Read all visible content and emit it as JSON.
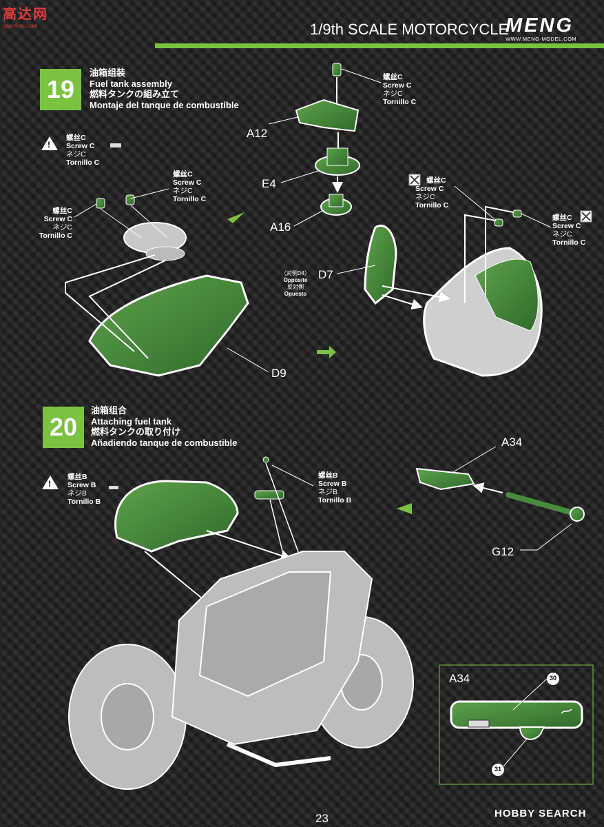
{
  "watermark": {
    "chars": "高达网",
    "url": "gao-shou.com"
  },
  "header": {
    "title": "1/9th SCALE MOTORCYCLE",
    "brand": "MENG",
    "brand_url": "WWW.MENG-MODEL.COM"
  },
  "step19": {
    "number": "19",
    "title_cn": "油箱组装",
    "title_en": "Fuel tank assembly",
    "title_jp": "燃料タンクの組み立て",
    "title_es": "Montaje del tanque de combustible",
    "warn_cn": "螺丝C",
    "warn_en": "Screw C",
    "warn_jp": "ネジC",
    "warn_es": "Tornillo C",
    "screw1_cn": "螺丝C",
    "screw1_en": "Screw C",
    "screw1_jp": "ネジC",
    "screw1_es": "Tornillo C",
    "screw2_cn": "螺丝C",
    "screw2_en": "Screw C",
    "screw2_jp": "ネジC",
    "screw2_es": "Tornillo C",
    "screw3_cn": "螺丝C",
    "screw3_en": "Screw C",
    "screw3_jp": "ネジC",
    "screw3_es": "Tornillo C",
    "screw4_cn": "螺丝C",
    "screw4_en": "Screw C",
    "screw4_jp": "ネジC",
    "screw4_es": "Tornillo C",
    "screw5_cn": "螺丝C",
    "screw5_en": "Screw C",
    "screw5_jp": "ネジC",
    "screw5_es": "Tornillo C",
    "parts": {
      "a12": "A12",
      "e4": "E4",
      "a16": "A16",
      "d7": "D7",
      "d9": "D9"
    },
    "opposite_cn": "（对侧D4）",
    "opposite_en": "Opposite",
    "opposite_jp": "反対側",
    "opposite_es": "Opuesto"
  },
  "step20": {
    "number": "20",
    "title_cn": "油箱组合",
    "title_en": "Attaching fuel tank",
    "title_jp": "燃料タンクの取り付け",
    "title_es": "Añadiendo tanque de combustible",
    "warn_cn": "螺丝B",
    "warn_en": "Screw B",
    "warn_jp": "ネジB",
    "warn_es": "Tornillo B",
    "screw_cn": "螺丝B",
    "screw_en": "Screw B",
    "screw_jp": "ネジB",
    "screw_es": "Tornillo B",
    "parts": {
      "a34": "A34",
      "g12": "G12"
    },
    "inset": {
      "label": "A34",
      "callout_top": "30",
      "callout_bottom": "31"
    }
  },
  "footer": {
    "page": "23",
    "logo": "HOBBY SEARCH"
  },
  "colors": {
    "accent": "#7cc242",
    "part": "#4a8a3f",
    "frame": "#cfcfcf"
  }
}
